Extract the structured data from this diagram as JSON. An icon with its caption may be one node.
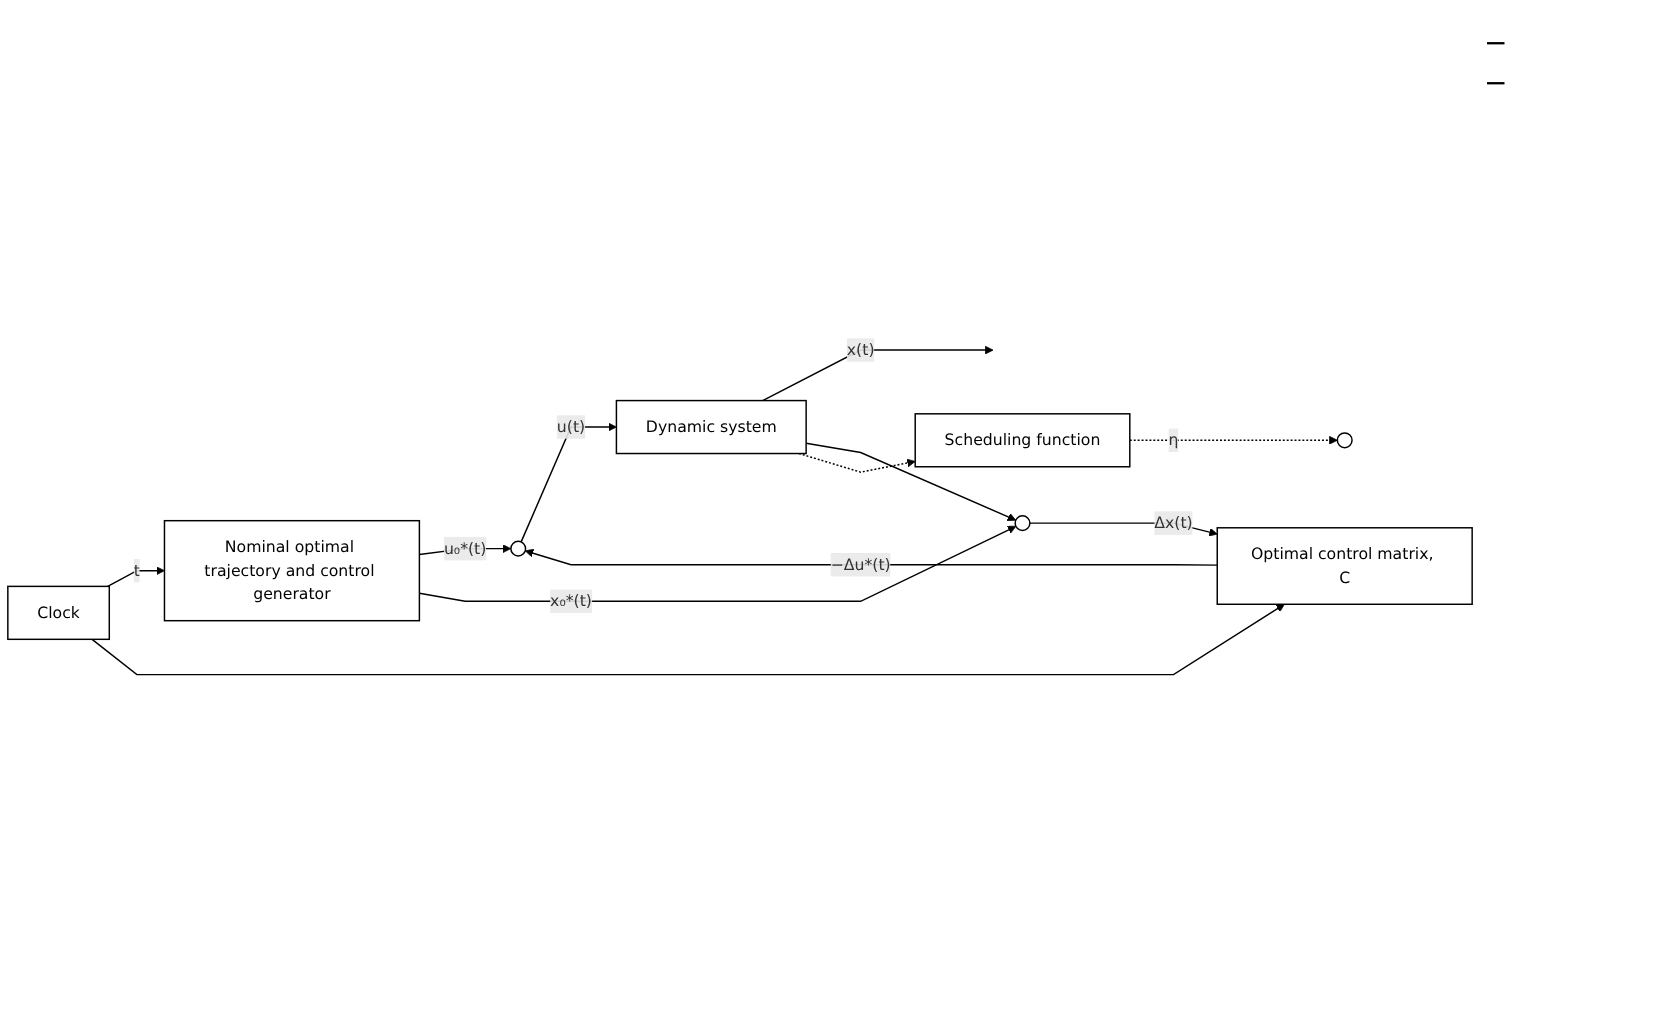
{
  "diagram": {
    "nodes": [
      {
        "text": [
          "Nominal optimal trajectory and control generator"
        ]
      },
      {
        "text": [],
        "shape": "circle"
      },
      {
        "text": [
          "Dynamic system"
        ]
      },
      {
        "text": [],
        "shape": "circle"
      },
      {
        "text": [
          "Optimal control matrix, C"
        ]
      },
      {
        "text": [],
        "shape": "circle"
      },
      {
        "text": [
          "Clock"
        ]
      },
      {
        "text": [
          "Scheduling function"
        ]
      }
    ],
    "edges": [
      {
        "from": 0,
        "to": 1,
        "arrow": "to",
        "label": "u₀*(t)"
      },
      {
        "from": 1,
        "to": 2,
        "arrow": "to",
        "label": "u(t)"
      },
      {
        "from": 2,
        "to": null,
        "arrow": "to",
        "label": "x(t)"
      },
      {
        "from": 2,
        "to": 3,
        "arrow": "to"
      },
      {
        "from": 0,
        "to": 3,
        "arrow": "to",
        "label": "x₀*(t)"
      },
      {
        "from": 4,
        "to": 1,
        "arrow": "to",
        "label": "−Δu*(t)"
      },
      {
        "from": 3,
        "to": 4,
        "arrow": "to",
        "label": "Δx(t)"
      },
      {
        "from": 6,
        "to": 0,
        "arrow": "to",
        "label": "t"
      },
      {
        "from": 6,
        "to": 4,
        "arrow": "to"
      },
      {
        "from": 2,
        "to": 7,
        "arrow": "to",
        "style": "dashed"
      },
      {
        "from": 7,
        "to": 5,
        "arrow": "to",
        "style": "dashed",
        "label": "η"
      }
    ],
    "labels": [
      "−",
      "−"
    ]
  }
}
